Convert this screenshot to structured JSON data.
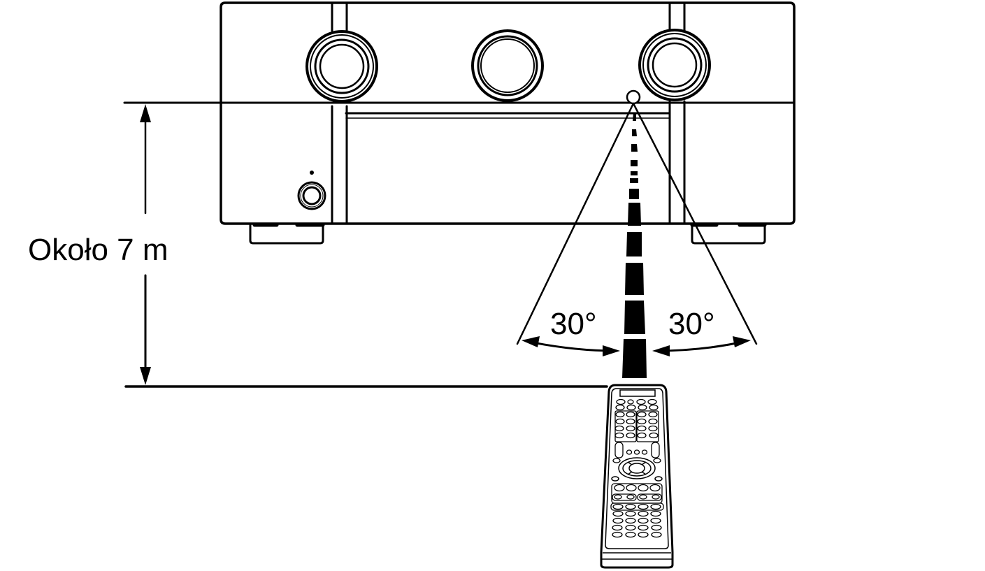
{
  "diagram": {
    "type": "remote-control-operating-range",
    "labels": {
      "distance": "Około 7 m",
      "angle_left": "30°",
      "angle_right": "30°"
    },
    "colors": {
      "line": "#000000",
      "background": "#ffffff"
    },
    "components": {
      "receiver": "av-receiver-front-panel",
      "sensor": "remote-sensor",
      "remote": "remote-control-unit",
      "beam": "infrared-beam"
    }
  }
}
